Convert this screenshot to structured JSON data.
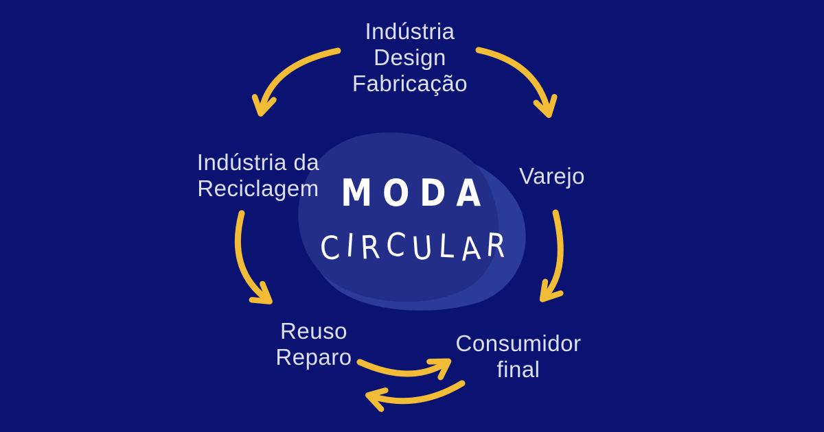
{
  "title": "Moda Circular",
  "center": {
    "title": "MODA",
    "subtitle": "CIRCULAR"
  },
  "nodes": [
    {
      "id": "industry",
      "label": "Indústria\nDesign\nFabricação"
    },
    {
      "id": "retail",
      "label": "Varejo"
    },
    {
      "id": "consumer",
      "label": "Consumidor\nfinal"
    },
    {
      "id": "reuse",
      "label": "Reuso\nReparo"
    },
    {
      "id": "recycling",
      "label": "Indústria da\nReciclagem"
    }
  ],
  "arrows": [
    {
      "from": "industry",
      "to": "recycling"
    },
    {
      "from": "industry",
      "to": "retail"
    },
    {
      "from": "recycling",
      "to": "reuse"
    },
    {
      "from": "retail",
      "to": "consumer"
    },
    {
      "from": "reuse",
      "to": "consumer"
    },
    {
      "from": "consumer",
      "to": "reuse"
    }
  ],
  "colors": {
    "background": "#0A1272",
    "blob_dark": "#222E88",
    "blob_light": "#2C3A99",
    "arrow": "#F2BC36",
    "label": "#DCE0F2",
    "title": "#FFFFFF"
  }
}
